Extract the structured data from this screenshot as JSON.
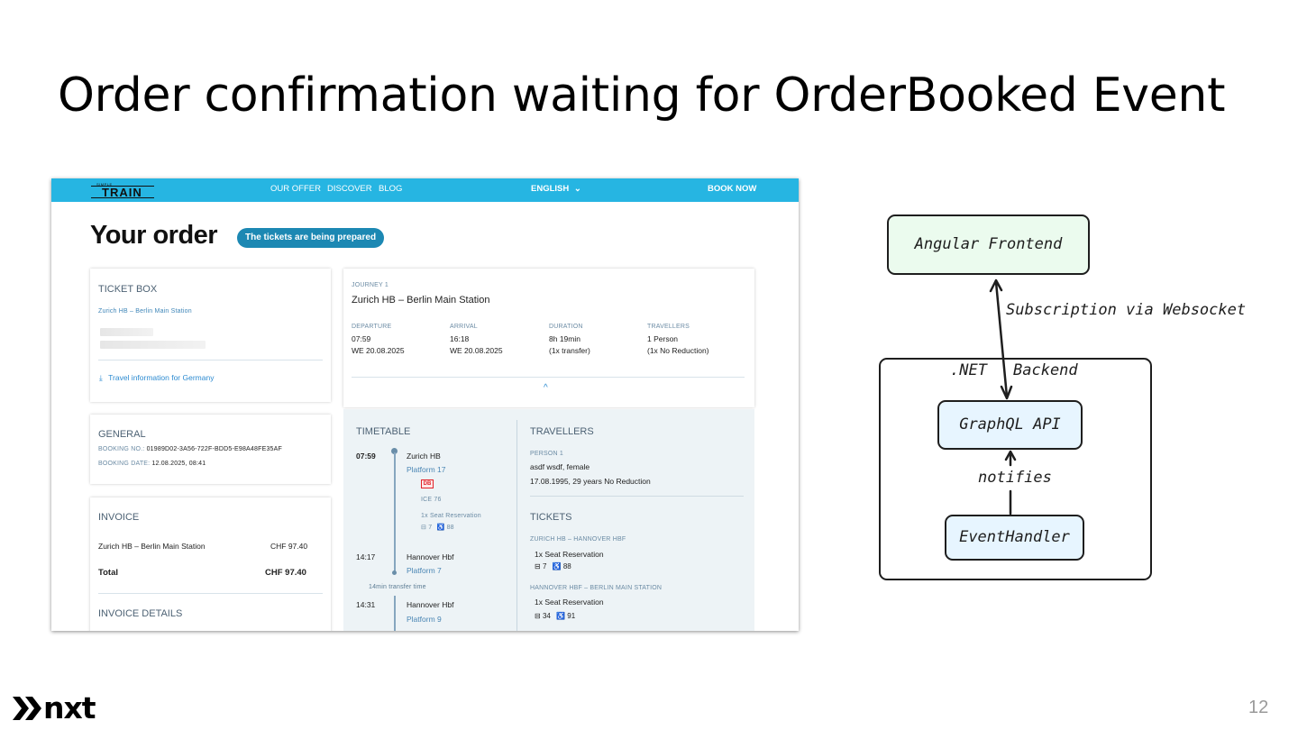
{
  "slide": {
    "title": "Order confirmation waiting for OrderBooked Event",
    "page_number": "12",
    "footer_brand": "nxt"
  },
  "app": {
    "logo_small": "SIMPLE",
    "logo_big": "TRAIN",
    "nav": [
      "OUR OFFER",
      "DISCOVER",
      "BLOG"
    ],
    "language": "ENGLISH",
    "language_chevron": "⌄",
    "book_now": "BOOK NOW",
    "heading": "Your order",
    "status_badge": "The tickets are being prepared"
  },
  "ticket_box": {
    "title": "TICKET BOX",
    "route": "Zurich HB – Berlin Main Station",
    "travel_info_link": "Travel information for Germany"
  },
  "general": {
    "title": "GENERAL",
    "booking_no_label": "BOOKING NO.:",
    "booking_no": "01989D02-3A56-722F-BDD5-E98A48FE35AF",
    "booking_date_label": "BOOKING DATE:",
    "booking_date": "12.08.2025, 08:41"
  },
  "invoice": {
    "title": "INVOICE",
    "item_label": "Zurich HB – Berlin Main Station",
    "item_price": "CHF 97.40",
    "total_label": "Total",
    "total_price": "CHF 97.40",
    "details_title": "INVOICE DETAILS"
  },
  "journey": {
    "label": "JOURNEY 1",
    "route": "Zurich HB – Berlin Main Station",
    "departure_label": "DEPARTURE",
    "departure_time": "07:59",
    "departure_date": "WE 20.08.2025",
    "arrival_label": "ARRIVAL",
    "arrival_time": "16:18",
    "arrival_date": "WE 20.08.2025",
    "duration_label": "DURATION",
    "duration": "8h 19min",
    "duration_sub": "(1x transfer)",
    "travellers_label": "TRAVELLERS",
    "travellers": "1 Person",
    "travellers_sub": "(1x No Reduction)",
    "collapse_icon": "^"
  },
  "timetable": {
    "title": "TIMETABLE",
    "stop1_time": "07:59",
    "stop1_name": "Zurich HB",
    "stop1_platform": "Platform 17",
    "operator": "DB",
    "train": "ICE 76",
    "reservation": "1x Seat Reservation",
    "seat1": "7",
    "place1": "88",
    "stop2_time": "14:17",
    "stop2_name": "Hannover Hbf",
    "stop2_platform": "Platform 7",
    "transfer_time": "14min transfer time",
    "stop3_time": "14:31",
    "stop3_name": "Hannover Hbf",
    "stop3_platform": "Platform 9"
  },
  "travellers_panel": {
    "title": "TRAVELLERS",
    "person_label": "PERSON 1",
    "person_name": "asdf wsdf, female",
    "person_detail": "17.08.1995, 29 years No Reduction",
    "tickets_title": "TICKETS",
    "leg1": "ZURICH HB – HANNOVER HBF",
    "leg1_res": "1x Seat Reservation",
    "leg1_seat": "7",
    "leg1_place": "88",
    "leg2": "HANNOVER HBF – BERLIN MAIN STATION",
    "leg2_res": "1x Seat Reservation",
    "leg2_seat": "34",
    "leg2_place": "91"
  },
  "diagram": {
    "frontend": "Angular Frontend",
    "subscription": "Subscription via Websocket",
    "backend_label_left": ".NET",
    "backend_label_right": "Backend",
    "graphql": "GraphQL API",
    "notifies": "notifies",
    "event_handler": "EventHandler",
    "colors": {
      "frontend_fill": "#ebfbee",
      "api_fill": "#e7f5ff",
      "stroke": "#1e1e1e"
    }
  }
}
